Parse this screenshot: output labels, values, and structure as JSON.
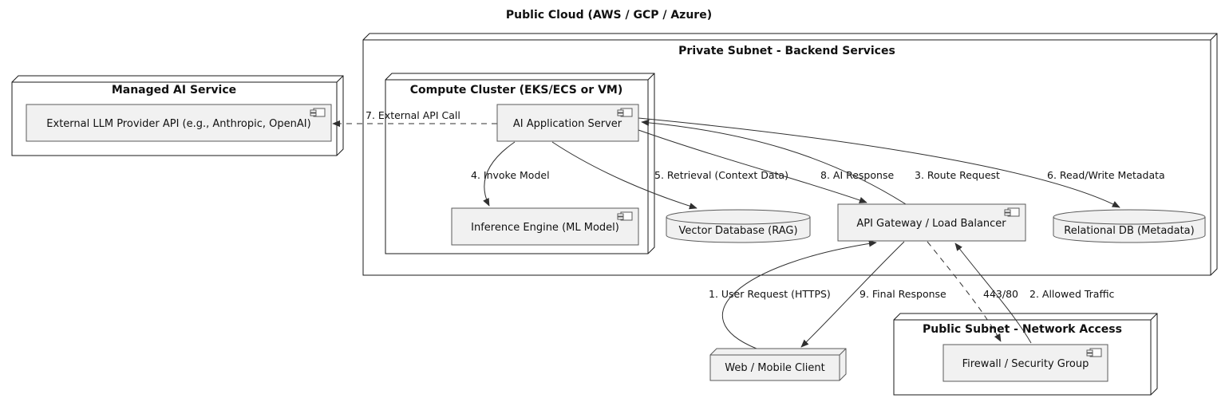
{
  "diagram": {
    "title": "Public Cloud (AWS / GCP / Azure)"
  },
  "containers": {
    "managed_ai": "Managed AI Service",
    "private_subnet": "Private Subnet - Backend Services",
    "compute_cluster": "Compute Cluster (EKS/ECS or VM)",
    "public_subnet": "Public Subnet - Network Access"
  },
  "components": {
    "llm_api": "External LLM Provider API (e.g., Anthropic, OpenAI)",
    "app_server": "AI Application Server",
    "inference_engine": "Inference Engine (ML Model)",
    "api_gateway": "API Gateway / Load Balancer",
    "firewall": "Firewall / Security Group"
  },
  "databases": {
    "vector_db": "Vector Database (RAG)",
    "relational_db": "Relational DB (Metadata)"
  },
  "nodes": {
    "client": "Web / Mobile Client"
  },
  "edges": {
    "e1": "1. User Request (HTTPS)",
    "e2": "2. Allowed Traffic",
    "e3": "3. Route Request",
    "e4": "4. Invoke Model",
    "e5": "5. Retrieval (Context Data)",
    "e6": "6. Read/Write Metadata",
    "e7": "7. External API Call",
    "e8": "8. AI Response",
    "e9": "9. Final Response",
    "e443": "443/80"
  },
  "colors": {
    "container-fill": "#ffffff",
    "container-border": "#1a1a1a",
    "component-fill": "#f1f1f1",
    "component-border": "#5a5a5a",
    "edge-color": "#303030",
    "text-color": "#111111"
  }
}
